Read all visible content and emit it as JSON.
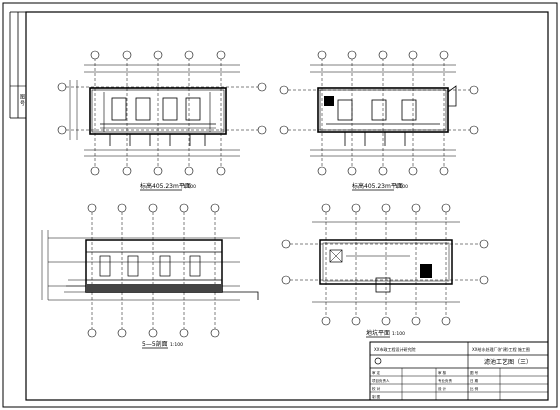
{
  "sheet": {
    "side_strip_text": "图 号",
    "views": [
      {
        "id": "plan-upper-left",
        "caption": "标高405.23m平面",
        "scale": "1:100"
      },
      {
        "id": "plan-upper-right",
        "caption": "标高405.23m平面",
        "scale": "1:100"
      },
      {
        "id": "section-lower-left",
        "caption": "5—5剖面",
        "scale": "1:100"
      },
      {
        "id": "plan-lower-right",
        "caption": "地坑平面",
        "scale": "1:100"
      }
    ],
    "title_block": {
      "project_name": "XX给水处理厂(扩建)工程 施工图",
      "company": "XX市政工程设计研究院",
      "drawing_title": "滤池工艺图（三）",
      "rows": [
        {
          "left_label": "审 定",
          "mid_label": "审 核",
          "right_label": "图 号"
        },
        {
          "left_label": "项目负责人",
          "mid_label": "专业负责",
          "right_label": "日 期"
        },
        {
          "left_label": "校 对",
          "mid_label": "设 计",
          "right_label": "比 例"
        },
        {
          "left_label": "制 图",
          "mid_label": "",
          "right_label": ""
        }
      ]
    }
  }
}
